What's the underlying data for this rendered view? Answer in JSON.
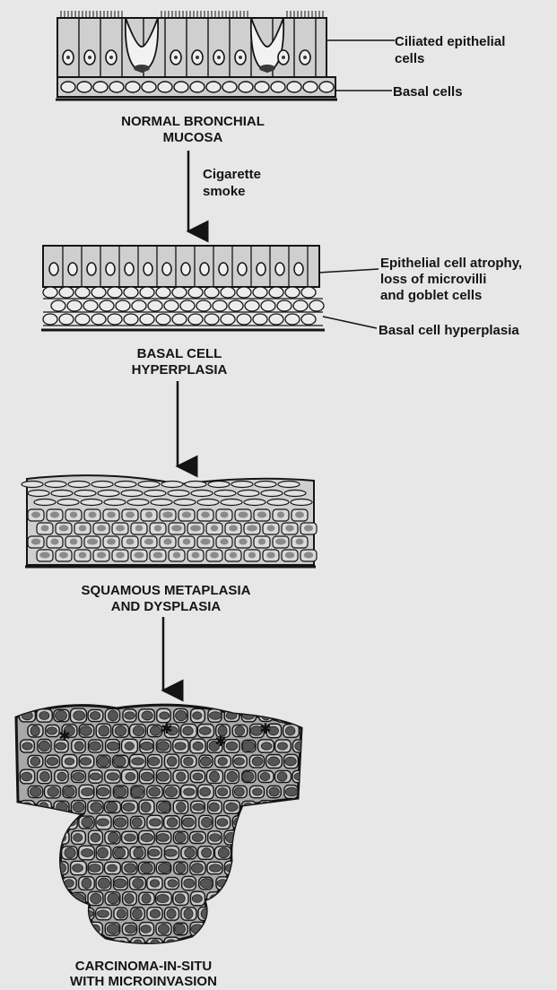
{
  "stages": [
    {
      "id": "normal",
      "caption_line1": "NORMAL BRONCHIAL",
      "caption_line2": "MUCOSA"
    },
    {
      "id": "hyperplasia",
      "caption_line1": "BASAL CELL",
      "caption_line2": "HYPERPLASIA"
    },
    {
      "id": "metaplasia",
      "caption_line1": "SQUAMOUS METAPLASIA",
      "caption_line2": "AND DYSPLASIA"
    },
    {
      "id": "carcinoma",
      "caption_line1": "CARCINOMA-IN-SITU",
      "caption_line2": "WITH MICROINVASION"
    }
  ],
  "labels": {
    "ciliated_line1": "Ciliated epithelial",
    "ciliated_line2": "cells",
    "basal": "Basal cells",
    "atrophy_line1": "Epithelial cell atrophy,",
    "atrophy_line2": "loss of microvilli",
    "atrophy_line3": "and goblet cells",
    "basal_hyperplasia": "Basal cell hyperplasia"
  },
  "arrow_label": {
    "line1": "Cigarette",
    "line2": "smoke"
  },
  "colors": {
    "background": "#e7e7e7",
    "ink": "#141414",
    "cell_fill": "#cfcfcf",
    "dark_cell": "#8a8a8a",
    "nucleus": "#3a3a3a"
  }
}
